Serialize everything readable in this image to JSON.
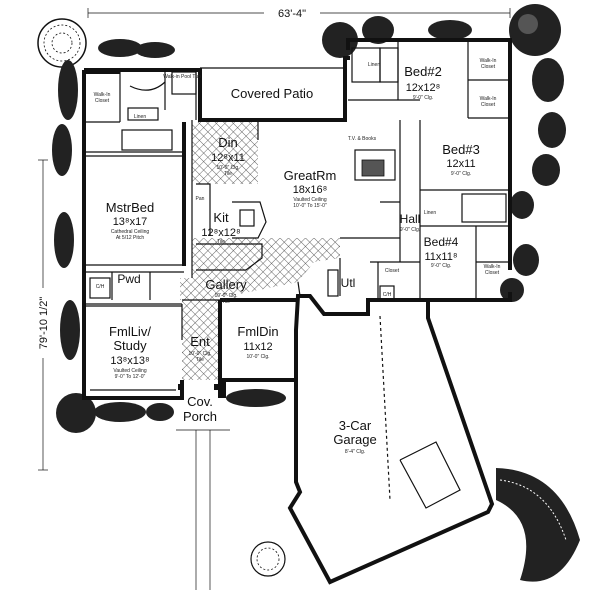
{
  "overall": {
    "width": "63'-4\"",
    "depth": "79'-10 1/2\""
  },
  "rooms": {
    "covered_patio": {
      "name": "Covered Patio"
    },
    "bed2": {
      "name": "Bed#2",
      "dim": "12x12⁸",
      "note": "9'-0\" Clg."
    },
    "bed3": {
      "name": "Bed#3",
      "dim": "12x11",
      "note": "9'-0\" Clg."
    },
    "bed4": {
      "name": "Bed#4",
      "dim": "11x11⁸",
      "note": "9'-0\" Clg."
    },
    "din": {
      "name": "Din",
      "dim": "12⁸x11",
      "note1": "10'-0\" Clg.",
      "note2": "Tile"
    },
    "greatrm": {
      "name": "GreatRm",
      "dim": "18x16⁸",
      "note1": "Vaulted Ceiling",
      "note2": "10'-0\" To 15'-0\""
    },
    "mstrbed": {
      "name": "MstrBed",
      "dim": "13⁸x17",
      "note1": "Cathedral Ceiling",
      "note2": "At 5/12 Pitch"
    },
    "kit": {
      "name": "Kit",
      "dim": "12⁸x12⁸",
      "note": "Tile"
    },
    "hall": {
      "name": "Hall",
      "note": "9'-0\" Clg."
    },
    "gallery": {
      "name": "Gallery",
      "note1": "10'-0\" Clg.",
      "note2": "Tile"
    },
    "pwd": {
      "name": "Pwd"
    },
    "utl": {
      "name": "Utl"
    },
    "fmlliv": {
      "name1": "FmlLiv/",
      "name2": "Study",
      "dim": "13⁸x13⁸",
      "note1": "Vaulted Ceiling",
      "note2": "9'-0\" To 12'-0\""
    },
    "ent": {
      "name": "Ent",
      "note1": "10'-0\" Clg.",
      "note2": "Tile"
    },
    "fmldin": {
      "name": "FmlDin",
      "dim": "11x12",
      "note": "10'-0\" Clg."
    },
    "porch": {
      "name1": "Cov.",
      "name2": "Porch"
    },
    "garage": {
      "name1": "3-Car",
      "name2": "Garage",
      "note": "8'-4\" Clg."
    }
  },
  "labels": {
    "walkin": "Walk-In",
    "closet": "Closet",
    "linen": "Linen",
    "walkin_pool_bath": "Walk-in Pool Tub",
    "tv_books": "T.V. & Books",
    "closet_short": "Closet",
    "ch": "C/H",
    "pan": "Pan"
  }
}
